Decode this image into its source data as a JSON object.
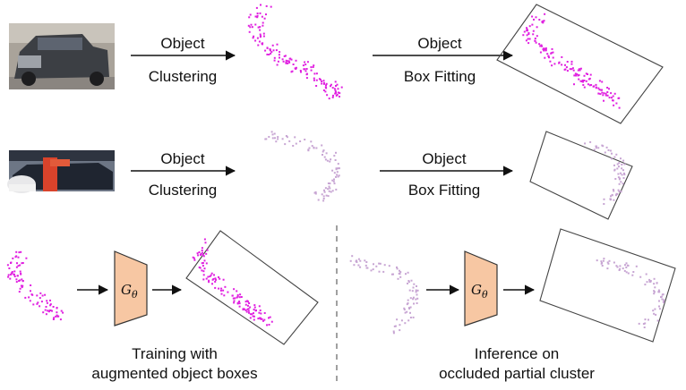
{
  "colors": {
    "point_bright": "#e020e0",
    "point_faded": "#c7a5d3",
    "box_stroke": "#444444",
    "generator_fill": "#f7c7a3",
    "generator_stroke": "#333333",
    "divider": "#888888"
  },
  "row1": {
    "arrow1": {
      "top": "Object",
      "bottom": "Clustering"
    },
    "arrow2": {
      "top": "Object",
      "bottom": "Box Fitting"
    }
  },
  "row2": {
    "arrow1": {
      "top": "Object",
      "bottom": "Clustering"
    },
    "arrow2": {
      "top": "Object",
      "bottom": "Box Fitting"
    }
  },
  "generator_symbol": "G",
  "generator_subscript": "θ",
  "captions": {
    "training": {
      "line1": "Training with",
      "line2": "augmented object boxes"
    },
    "inference": {
      "line1": "Inference on",
      "line2": "occluded partial cluster"
    }
  },
  "icons": [
    "pickup-truck-photo",
    "occluded-car-photo"
  ]
}
